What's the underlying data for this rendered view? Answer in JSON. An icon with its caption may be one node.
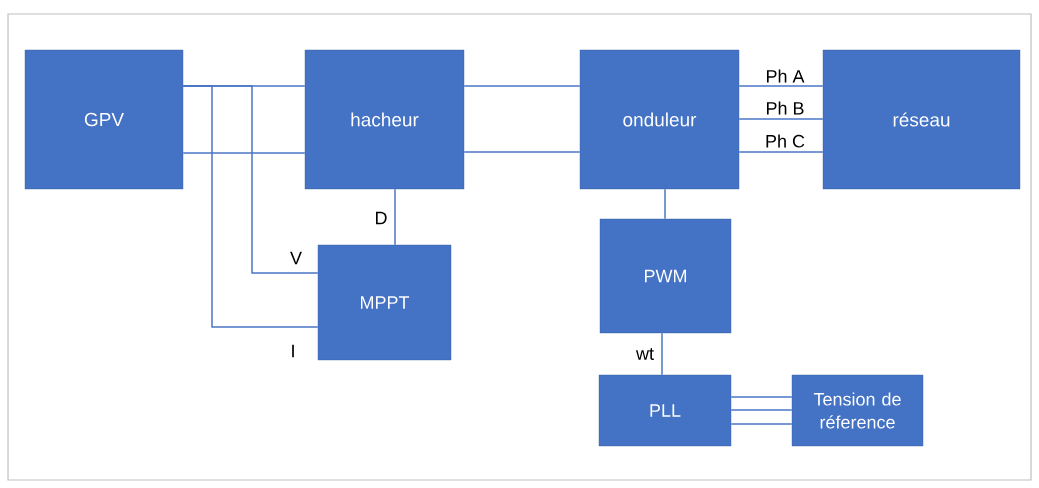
{
  "diagram": {
    "nodes": [
      {
        "text": [
          "GPV"
        ]
      },
      {
        "text": [
          "hacheur"
        ]
      },
      {
        "text": [
          "onduleur"
        ]
      },
      {
        "text": [
          "réseau"
        ]
      },
      {
        "text": [
          "MPPT"
        ]
      },
      {
        "text": [
          "PWM"
        ]
      },
      {
        "text": [
          "PLL"
        ]
      },
      {
        "text": [
          "Tension de réference"
        ]
      }
    ],
    "edges": [
      {
        "from": 0,
        "to": 1,
        "arrow": "none"
      },
      {
        "from": 0,
        "to": 1,
        "arrow": "none"
      },
      {
        "from": 1,
        "to": 2,
        "arrow": "none"
      },
      {
        "from": 1,
        "to": 2,
        "arrow": "none"
      },
      {
        "from": 2,
        "to": 3,
        "arrow": "none",
        "label": "Ph A"
      },
      {
        "from": 2,
        "to": 3,
        "arrow": "none",
        "label": "Ph B"
      },
      {
        "from": 2,
        "to": 3,
        "arrow": "none",
        "label": "Ph C"
      },
      {
        "from": 1,
        "to": 4,
        "arrow": "none",
        "label": "D"
      },
      {
        "from": 0,
        "to": 4,
        "arrow": "none",
        "label": "V"
      },
      {
        "from": 0,
        "to": 4,
        "arrow": "none",
        "label": "I"
      },
      {
        "from": 2,
        "to": 5,
        "arrow": "none"
      },
      {
        "from": 5,
        "to": 6,
        "arrow": "none",
        "label": "wt"
      },
      {
        "from": 6,
        "to": 7,
        "arrow": "none"
      },
      {
        "from": 6,
        "to": 7,
        "arrow": "none"
      },
      {
        "from": 6,
        "to": 7,
        "arrow": "none"
      }
    ]
  }
}
